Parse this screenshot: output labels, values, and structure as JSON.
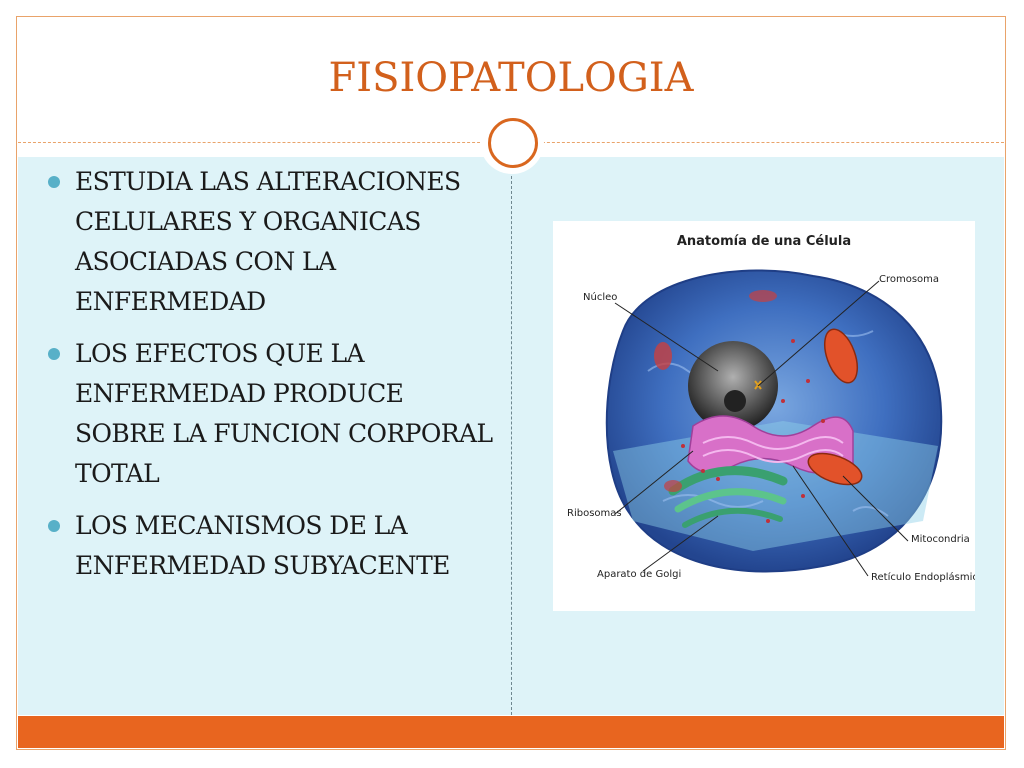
{
  "slide": {
    "title": "FISIOPATOLOGIA",
    "bullets": [
      "ESTUDIA LAS ALTERACIONES CELULARES Y ORGANICAS ASOCIADAS CON LA ENFERMEDAD",
      "LOS EFECTOS QUE LA ENFERMEDAD PRODUCE SOBRE LA FUNCION CORPORAL TOTAL",
      "LOS MECANISMOS DE LA ENFERMEDAD SUBYACENTE"
    ]
  },
  "diagram": {
    "title": "Anatomía de una Célula",
    "labels": {
      "nucleo": "Núcleo",
      "cromosoma": "Cromosoma",
      "ribosomas": "Ribosomas",
      "mitocondria": "Mitocondria",
      "golgi": "Aparato de Golgi",
      "reticulo": "Retículo Endoplásmico"
    }
  },
  "colors": {
    "accent": "#e8651f",
    "title": "#d2601c",
    "content_bg": "#def3f8",
    "bullet": "#58b0c8"
  }
}
